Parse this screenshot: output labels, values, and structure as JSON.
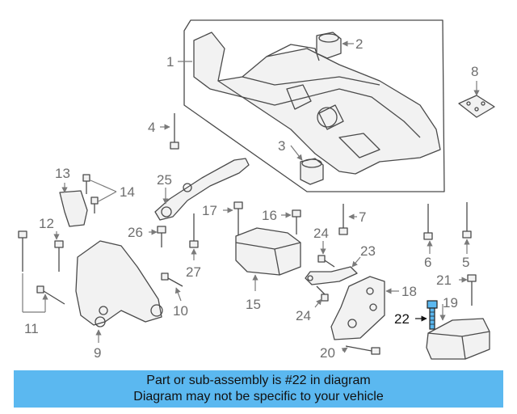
{
  "labels": {
    "p1": "1",
    "p2": "2",
    "p3": "3",
    "p4": "4",
    "p5": "5",
    "p6": "6",
    "p7": "7",
    "p8": "8",
    "p9": "9",
    "p10": "10",
    "p11": "11",
    "p12": "12",
    "p13": "13",
    "p14": "14",
    "p15": "15",
    "p16": "16",
    "p17": "17",
    "p18": "18",
    "p19": "19",
    "p20": "20",
    "p21": "21",
    "p22": "22",
    "p23": "23",
    "p24a": "24",
    "p24b": "24",
    "p25": "25",
    "p26": "26",
    "p27": "27"
  },
  "highlight": {
    "color": "#5bb8f0",
    "part": "22"
  },
  "banner": {
    "line1": "Part or sub-assembly is #22 in diagram",
    "line2": "Diagram may not be specific to your vehicle"
  }
}
